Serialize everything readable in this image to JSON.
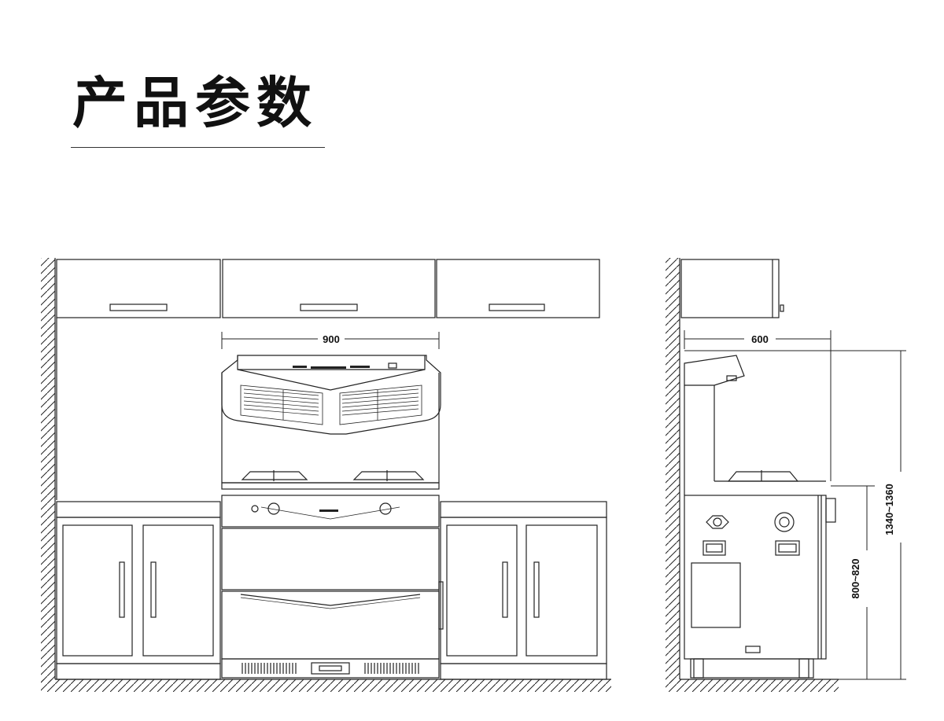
{
  "title": "产品参数",
  "dimensions": {
    "front_width": "900",
    "side_depth": "600",
    "total_height": "1340~1360",
    "counter_height": "800~820"
  }
}
